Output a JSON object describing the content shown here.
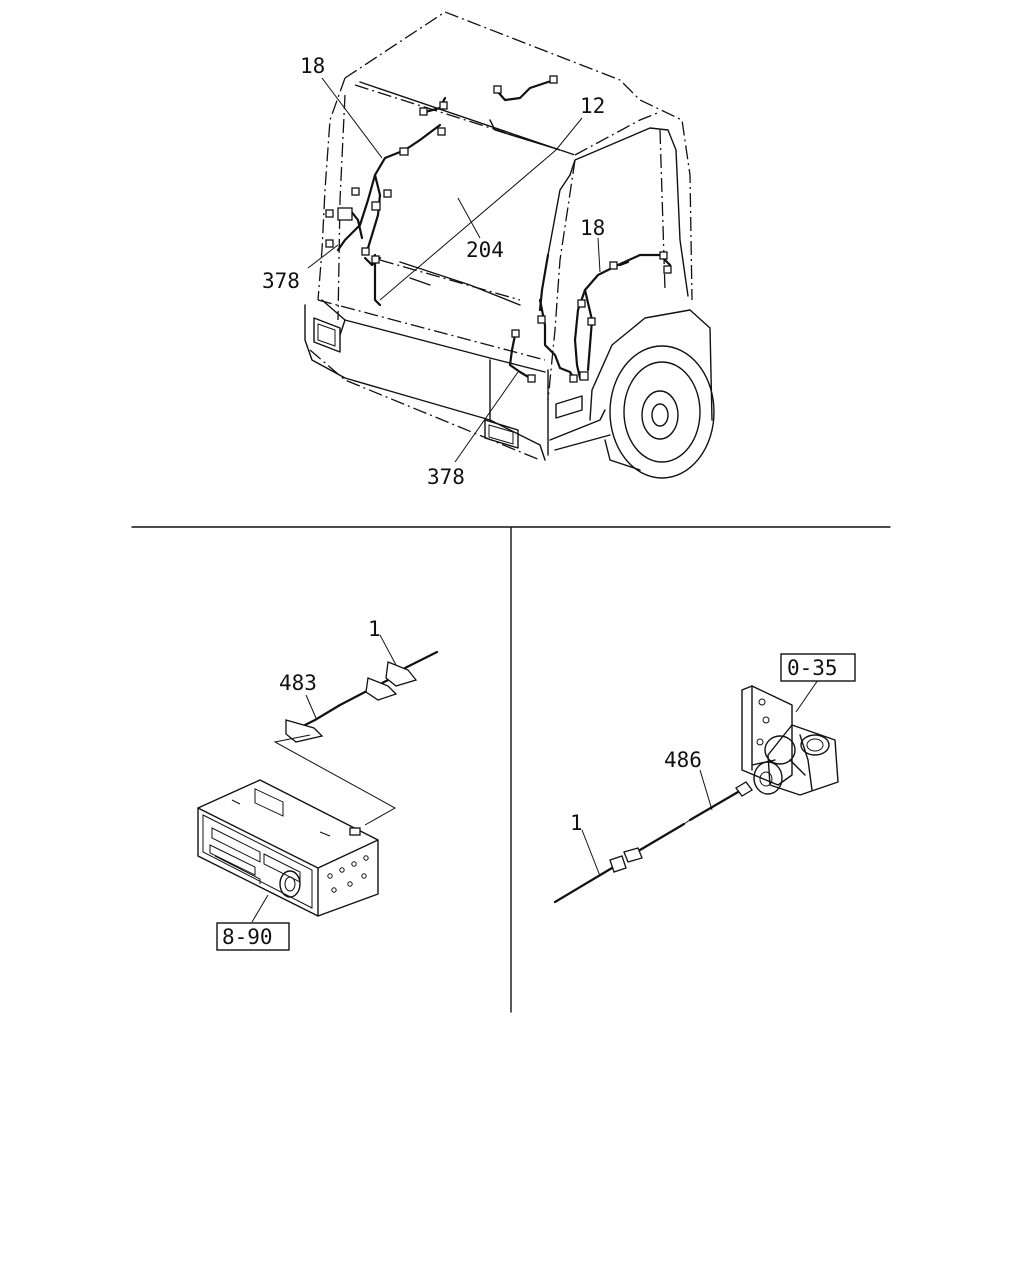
{
  "callouts": {
    "top_18_left": "18",
    "top_12": "12",
    "top_204": "204",
    "top_378_left": "378",
    "top_18_right": "18",
    "top_378_bottom": "378",
    "left_1": "1",
    "left_483": "483",
    "left_ref_box": "8-90",
    "right_ref_box": "0-35",
    "right_486": "486",
    "right_1": "1"
  }
}
